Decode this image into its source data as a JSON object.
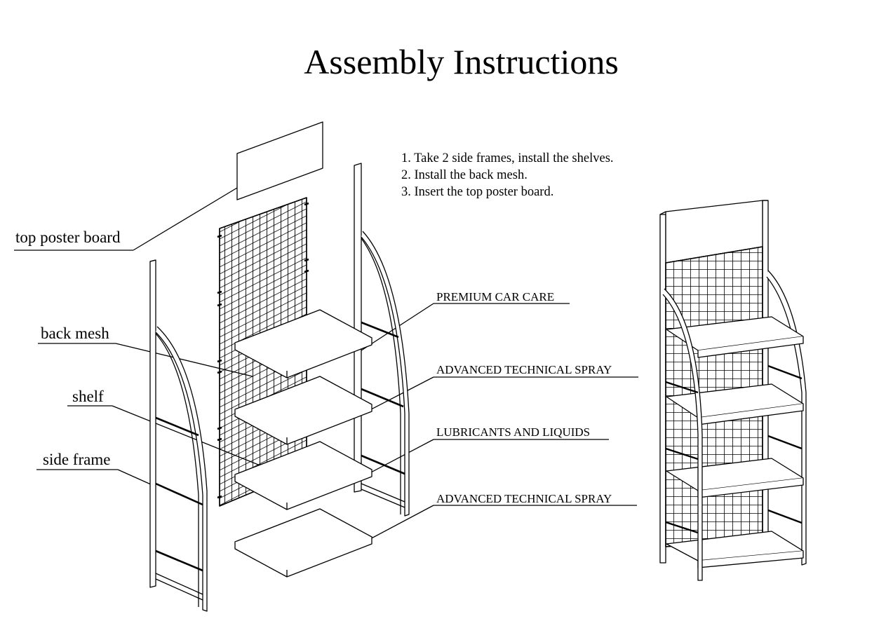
{
  "title": "Assembly Instructions",
  "steps": [
    "1. Take 2 side frames, install the shelves.",
    "2. Install the back mesh.",
    "3. Insert the top poster board."
  ],
  "part_labels": {
    "poster": "top poster board",
    "mesh": "back mesh",
    "shelf": "shelf",
    "frame": "side frame"
  },
  "shelf_labels": {
    "s1": "PREMIUM CAR CARE",
    "s2": "ADVANCED TECHNICAL SPRAY",
    "s3": "LUBRICANTS AND LIQUIDS",
    "s4": "ADVANCED TECHNICAL SPRAY"
  }
}
